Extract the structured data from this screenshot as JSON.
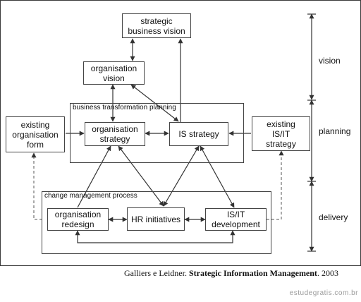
{
  "boxes": {
    "strategic_business_vision": "strategic\nbusiness vision",
    "organisation_vision": "organisation\nvision",
    "organisation_strategy": "organisation\nstrategy",
    "is_strategy": "IS strategy",
    "existing_organisation_form": "existing\norganisation\nform",
    "existing_isit_strategy": "existing\nIS/IT\nstrategy",
    "organisation_redesign": "organisation\nredesign",
    "hr_initiatives": "HR initiatives",
    "isit_development": "IS/IT\ndevelopment"
  },
  "groups": {
    "business_transformation_planning": "business transformation planning",
    "change_management_process": "change management process"
  },
  "phases": {
    "vision": "vision",
    "planning": "planning",
    "delivery": "delivery"
  },
  "citation": {
    "authors": "Galliers e Leidner.",
    "title": "Strategic Information Management",
    "year": ". 2003"
  },
  "watermark": "estudegratis.com.br"
}
